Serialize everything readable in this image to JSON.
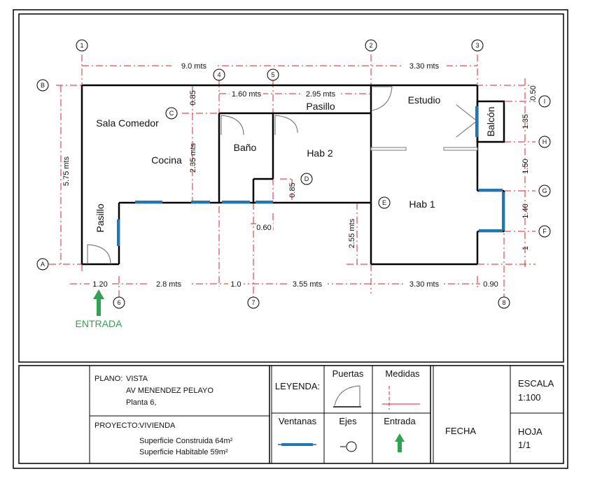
{
  "axes": {
    "num": [
      "1",
      "2",
      "3",
      "4",
      "5",
      "6",
      "7",
      "8"
    ],
    "let": [
      "A",
      "B",
      "C",
      "D",
      "E",
      "F",
      "G",
      "H",
      "I"
    ]
  },
  "dims": {
    "top_9": "9.0 mts",
    "top_330": "3.30 mts",
    "int_160": "1.60 mts",
    "int_295": "2.95 mts",
    "left_575": "5.75 mts",
    "v_085a": "0.85",
    "v_235": "2.35 mts",
    "v_085b": "0.85",
    "h_060": "0.60",
    "v_255": "2.55 mts",
    "r_050": "0.50",
    "r_135": "1.35",
    "r_150": "1.50",
    "r_140": "1.40",
    "r_1": "1",
    "b_120": "1.20",
    "b_2x": "2.8 mts",
    "b_10": "1.0",
    "b_355": "3.55 mts",
    "b_330": "3.30 mts",
    "b_090": "0.90"
  },
  "rooms": {
    "sala": "Sala Comedor",
    "cocina": "Cocina",
    "bano": "Baño",
    "hab2": "Hab 2",
    "hab1": "Hab 1",
    "pasillo_top": "Pasillo",
    "pasillo_left": "Pasillo",
    "estudio": "Estudio",
    "balcon": "Balcón"
  },
  "entrance_label": "ENTRADA",
  "title_block": {
    "plano_label": "PLANO:",
    "plano_value": "VISTA",
    "address": "AV MENENDEZ PELAYO",
    "floor": "Planta 6,",
    "proyecto_label": "PROYECTO:",
    "proyecto_value": "VIVIENDA",
    "sup_construida": "Superficie Construida 64m²",
    "sup_habitable": "Superficie Habitable 59m²",
    "leyenda": "LEYENDA:",
    "puertas": "Puertas",
    "medidas": "Medidas",
    "ventanas": "Ventanas",
    "ejes": "Ejes",
    "entrada": "Entrada",
    "fecha": "FECHA",
    "escala_label": "ESCALA",
    "escala_value": "1:100",
    "hoja_label": "HOJA",
    "hoja_value": "1/1"
  },
  "colors": {
    "dimension": "#d9262b",
    "window": "#1f78b4",
    "entrance": "#2ea44f"
  }
}
